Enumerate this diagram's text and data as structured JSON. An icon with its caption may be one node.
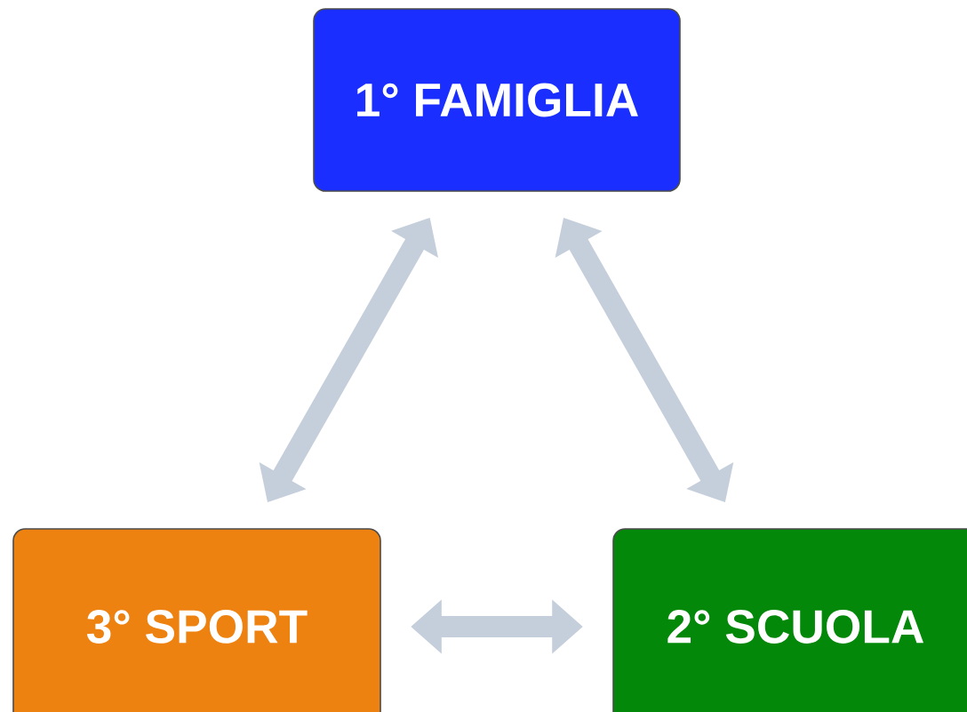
{
  "diagram": {
    "nodes": [
      {
        "text": [
          "1° FAMIGLIA"
        ]
      },
      {
        "text": [
          "2° SCUOLA"
        ]
      },
      {
        "text": [
          "3° SPORT"
        ]
      }
    ],
    "edges": [
      {
        "from": 0,
        "to": 2,
        "arrow": "both"
      },
      {
        "from": 0,
        "to": 1,
        "arrow": "both"
      },
      {
        "from": 2,
        "to": 1,
        "arrow": "both"
      }
    ]
  }
}
